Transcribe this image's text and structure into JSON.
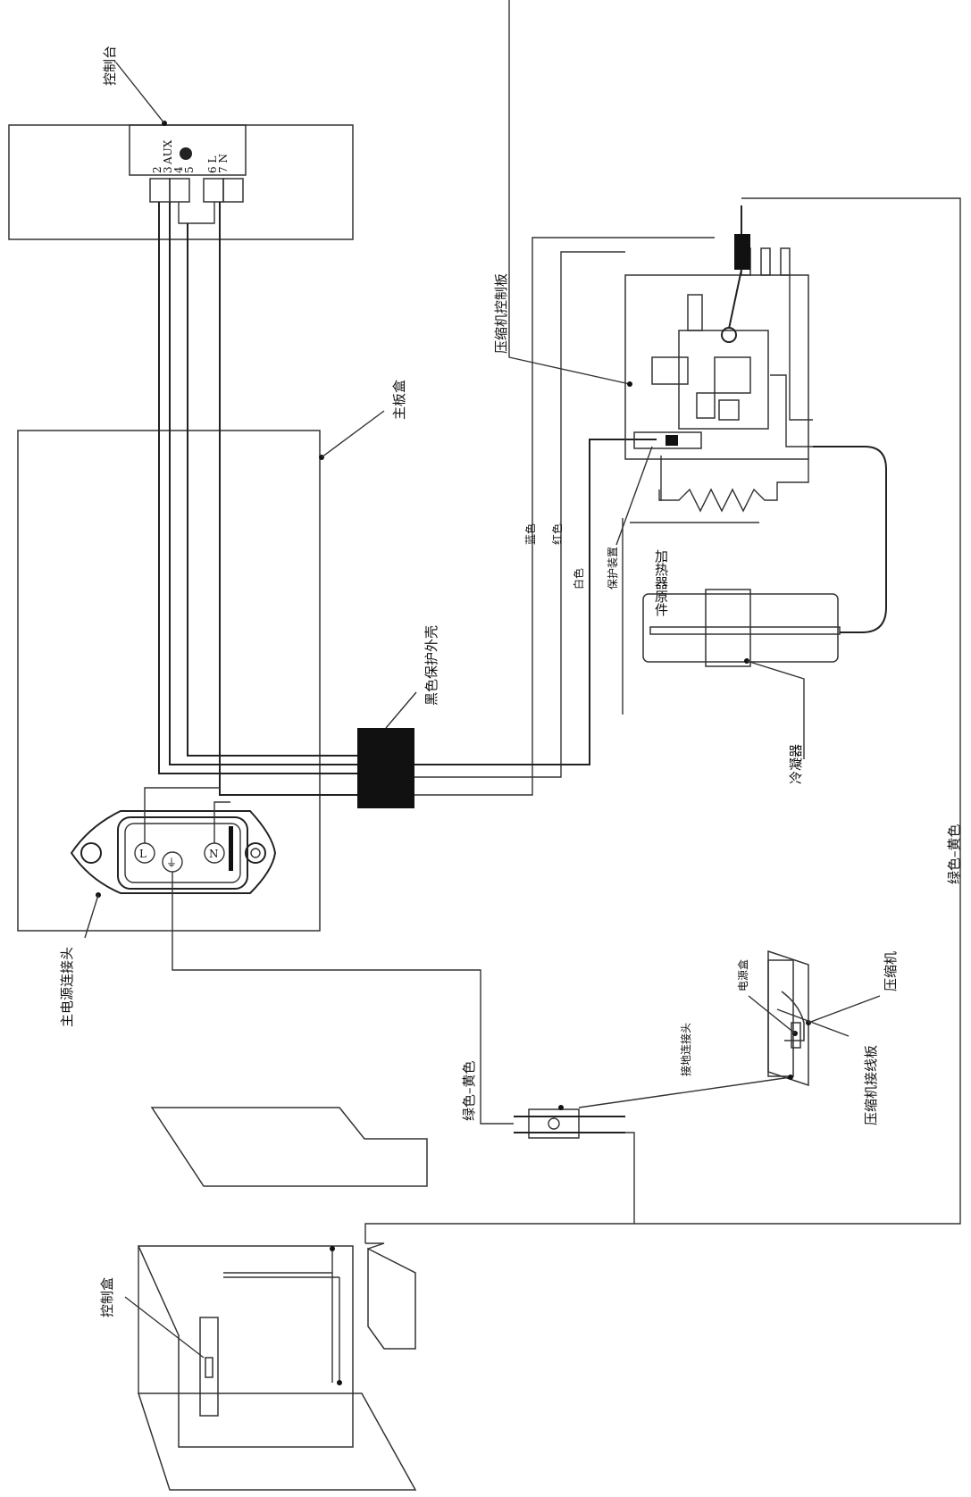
{
  "labels": {
    "control_panel": "控制台",
    "main_board_box": "主板盒",
    "compressor_control_board": "压缩机控制板",
    "black_protective_shell": "黑色保护外壳",
    "blue": "蓝色",
    "red": "红色",
    "white": "白色",
    "protection_device": "保护装置",
    "heater_element": "加热器原件",
    "condenser": "冷凝器",
    "main_power_connector": "主电源连接头",
    "green_yellow_left": "绿色–黄色",
    "green_yellow_right": "绿色–黄色",
    "ground_connector": "接地连接头",
    "power_box": "电源盒",
    "compressor": "压缩机",
    "compressor_terminal_board": "压缩机接线板",
    "control_box": "控制盒"
  },
  "terminals": {
    "t2": "2",
    "t3": "3",
    "t4": "4",
    "t5": "5",
    "aux": "AUX",
    "t6": "6 L",
    "t7": "7 N"
  },
  "connector_symbols": {
    "live": "L",
    "neutral": "N",
    "earth": "⏚"
  }
}
